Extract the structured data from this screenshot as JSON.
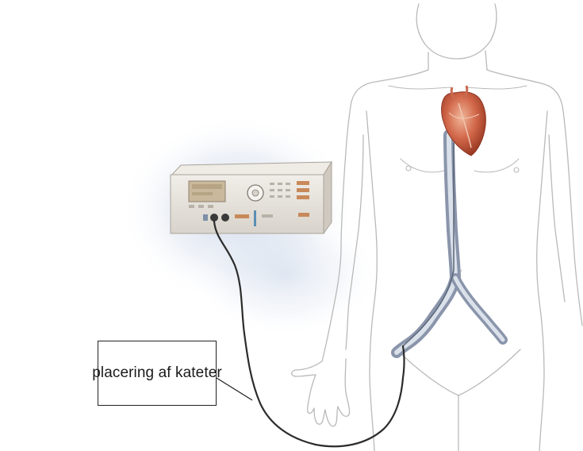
{
  "callout": {
    "label": "placering af kateter"
  },
  "colors": {
    "body_outline": "#b9b9b9",
    "vessel": "#9aa7bd",
    "vessel_highlight": "#d7dde8",
    "heart": "#c7533a",
    "cable": "#2c2c2c",
    "device_body": "#e6e2dc",
    "device_screen": "#c9b89c",
    "device_shadow": "#c7d3e6"
  },
  "icons": {
    "device": "catheter-ablation-generator",
    "organ": "heart",
    "figure": "human-torso"
  }
}
